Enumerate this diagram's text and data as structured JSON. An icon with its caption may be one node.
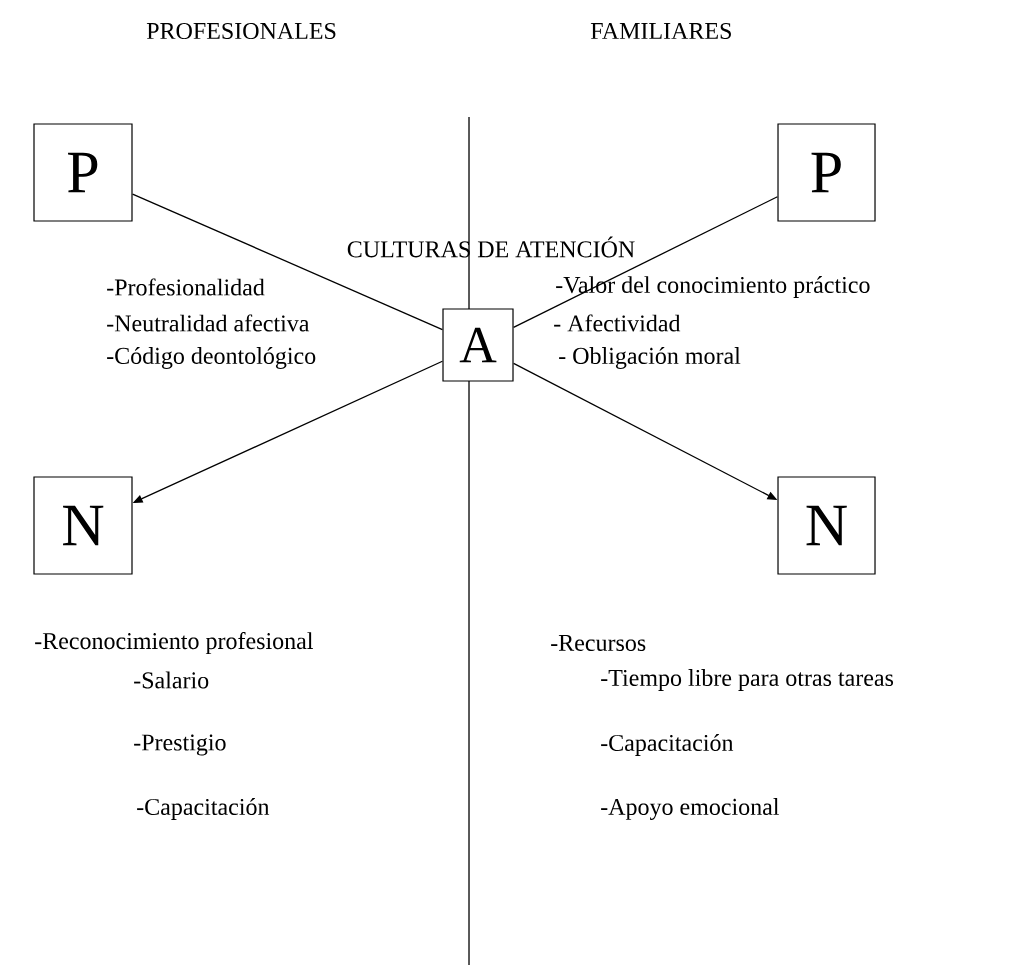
{
  "diagram": {
    "title": "CULTURAS DE ATENCIÓN",
    "nodes": [
      {
        "text": [
          "P"
        ]
      },
      {
        "text": [
          "P"
        ]
      },
      {
        "text": [
          "A"
        ]
      },
      {
        "text": [
          "N"
        ]
      },
      {
        "text": [
          "N"
        ]
      }
    ],
    "edges": [
      {
        "from": 0,
        "to": 2,
        "arrow": "none"
      },
      {
        "from": 1,
        "to": 2,
        "arrow": "none"
      },
      {
        "from": 2,
        "to": 3,
        "arrow": "to"
      },
      {
        "from": 2,
        "to": 4,
        "arrow": "to"
      }
    ],
    "labels": [
      "PROFESIONALES",
      "FAMILIARES",
      "-Profesionalidad",
      "-Valor del conocimiento práctico",
      "-Neutralidad afectiva",
      "- Afectividad",
      "-Código deontológico",
      "- Obligación moral",
      "-Reconocimiento profesional",
      "-Recursos",
      "-Salario",
      "-Tiempo libre para otras tareas",
      "-Prestigio",
      "-Capacitación",
      "-Capacitación",
      "-Apoyo emocional"
    ]
  }
}
